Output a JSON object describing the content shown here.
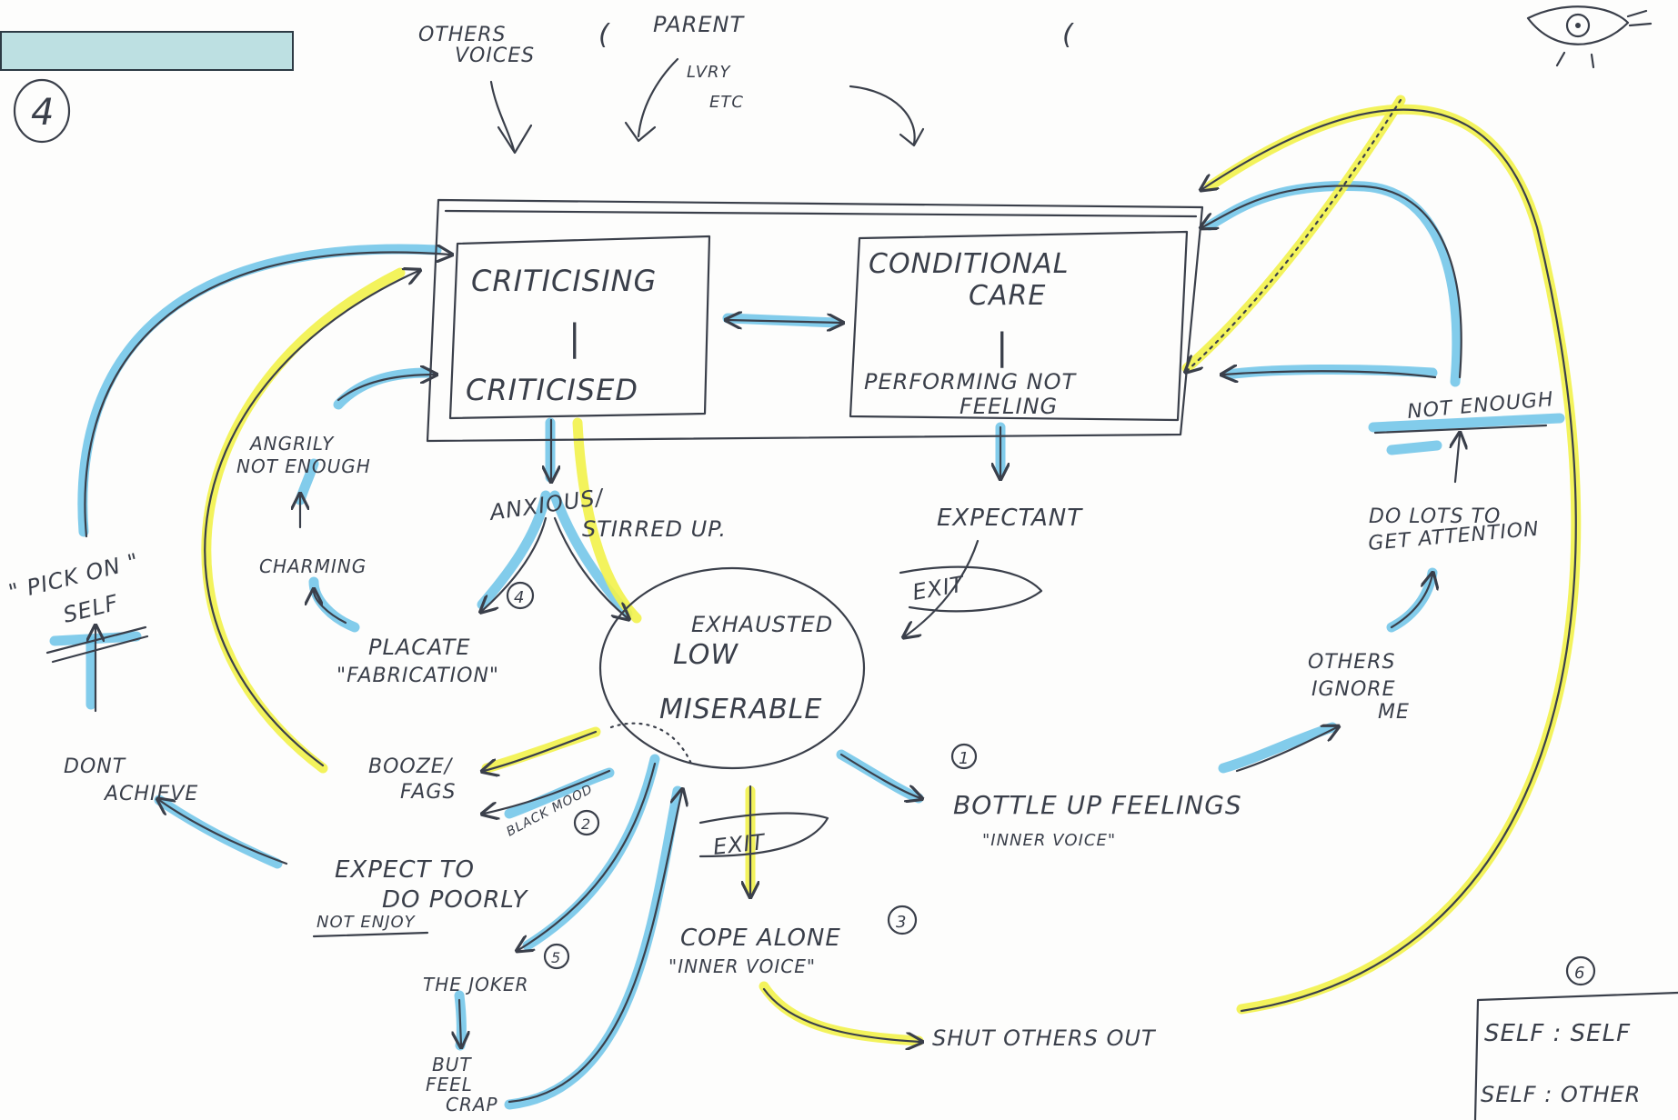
{
  "colors": {
    "ink": "#3a3f4a",
    "blue_highlight": "#6cc3e8",
    "yellow_highlight": "#f2f24a",
    "redaction": "#bde0e2"
  },
  "header": {
    "number_4": "4",
    "others_voices": [
      "OTHERS",
      "VOICES"
    ],
    "parent": "PARENT",
    "lvry_etc": [
      "LVRY",
      "ETC"
    ],
    "eye_icon": "eye-icon"
  },
  "boxes": {
    "left": {
      "top": "CRITICISING",
      "divider": "|",
      "bottom": "CRITICISED"
    },
    "right": {
      "line1": "CONDITIONAL",
      "line2": "CARE",
      "divider": "|",
      "line3": "PERFORMING NOT",
      "line4": "FEELING"
    }
  },
  "left_side": {
    "angrily": [
      "ANGRILY",
      "NOT ENOUGH"
    ],
    "charming": "CHARMING",
    "placate": [
      "PLACATE",
      "\"FABRICATION\""
    ],
    "pick_on": [
      "\" PICK ON \"",
      "SELF"
    ],
    "dont_achieve": [
      "DONT",
      "ACHIEVE"
    ]
  },
  "middle": {
    "anxious": "ANXIOUS/",
    "stirred_up": "STIRRED UP.",
    "num4": "4",
    "expectant": "EXPECTANT",
    "exit1": "EXIT",
    "core": [
      "EXHAUSTED",
      "LOW",
      "MISERABLE"
    ]
  },
  "right_side": {
    "not_enough": "NOT ENOUGH",
    "do_lots": [
      "DO LOTS TO",
      "GET ATTENTION"
    ],
    "others_ignore": [
      "OTHERS",
      "IGNORE",
      "ME"
    ],
    "num1": "1",
    "bottle_up": "BOTTLE UP FEELINGS",
    "inner_voice": "\"INNER VOICE\""
  },
  "bottom": {
    "booze": [
      "BOOZE/",
      "FAGS"
    ],
    "black_mood": "BLACK MOOD",
    "num2": "2",
    "expect": [
      "EXPECT TO",
      "DO POORLY"
    ],
    "not_enjoy": "NOT ENJOY",
    "joker": "THE JOKER",
    "num5": "5",
    "feel_crap": [
      "BUT",
      "FEEL",
      "CRAP"
    ],
    "exit2": "EXIT",
    "cope_alone": [
      "COPE ALONE",
      "\"INNER VOICE\""
    ],
    "num3": "3",
    "shut_out": "SHUT OTHERS OUT"
  },
  "legend": {
    "num6": "6",
    "row1": "SELF : SELF",
    "row2": "SELF : OTHER"
  }
}
